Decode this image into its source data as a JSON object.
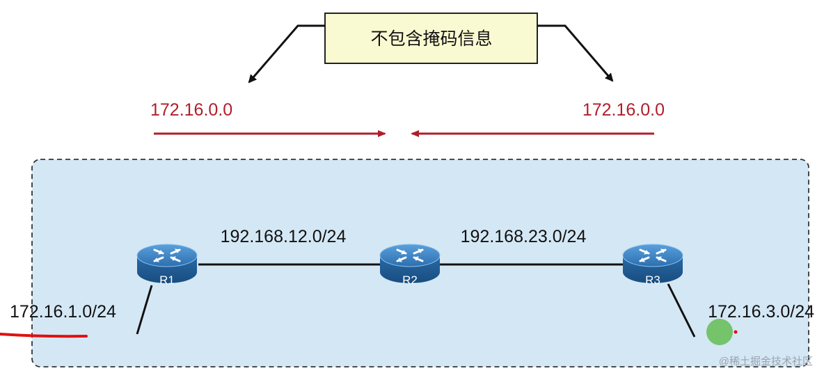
{
  "callout": {
    "text": "不包含掩码信息"
  },
  "updates": {
    "left": {
      "label": "172.16.0.0"
    },
    "right": {
      "label": "172.16.0.0"
    }
  },
  "routers": [
    {
      "label": "R1"
    },
    {
      "label": "R2"
    },
    {
      "label": "R3"
    }
  ],
  "links": [
    {
      "label": "192.168.12.0/24"
    },
    {
      "label": "192.168.23.0/24"
    }
  ],
  "stubs": {
    "left": {
      "label": "172.16.1.0/24"
    },
    "right": {
      "label": "172.16.3.0/24"
    }
  },
  "watermark": {
    "text": "@稀土掘金技术社区"
  },
  "colors": {
    "update": "#b01e2a",
    "area_fill": "#d4e7f5",
    "router_top": "#3f86c8",
    "router_side": "#1d5c98",
    "callout_fill": "#fafad2",
    "link": "#111111",
    "annotation_red": "#e01010",
    "annotation_dot": "#6abf5c"
  }
}
